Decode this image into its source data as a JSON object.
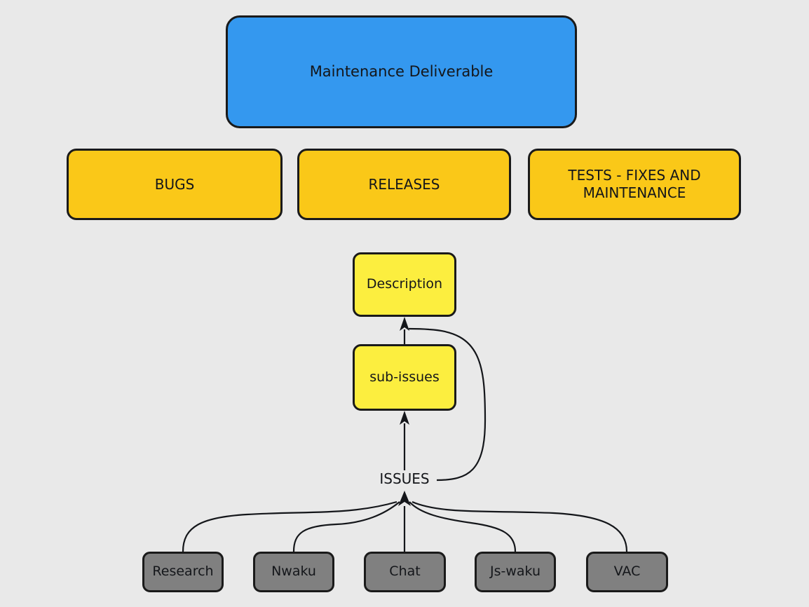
{
  "diagram": {
    "title_node": {
      "label": "Maintenance Deliverable",
      "color": "#3498ef"
    },
    "categories": [
      {
        "label": "BUGS",
        "color": "#fac818"
      },
      {
        "label": "RELEASES",
        "color": "#fac818"
      },
      {
        "label": "TESTS - FIXES AND\nMAINTENANCE",
        "color": "#fac818"
      }
    ],
    "issue_nodes": [
      {
        "label": "Description",
        "color": "#fcee3f"
      },
      {
        "label": "sub-issues",
        "color": "#fcee3f"
      }
    ],
    "edge_labels": {
      "issues": "ISSUES"
    },
    "sources": [
      {
        "label": "Research",
        "color": "#808080"
      },
      {
        "label": "Nwaku",
        "color": "#808080"
      },
      {
        "label": "Chat",
        "color": "#808080"
      },
      {
        "label": "Js-waku",
        "color": "#808080"
      },
      {
        "label": "VAC",
        "color": "#808080"
      }
    ],
    "background_color": "#e9e9e9",
    "stroke_color": "#14161a"
  }
}
